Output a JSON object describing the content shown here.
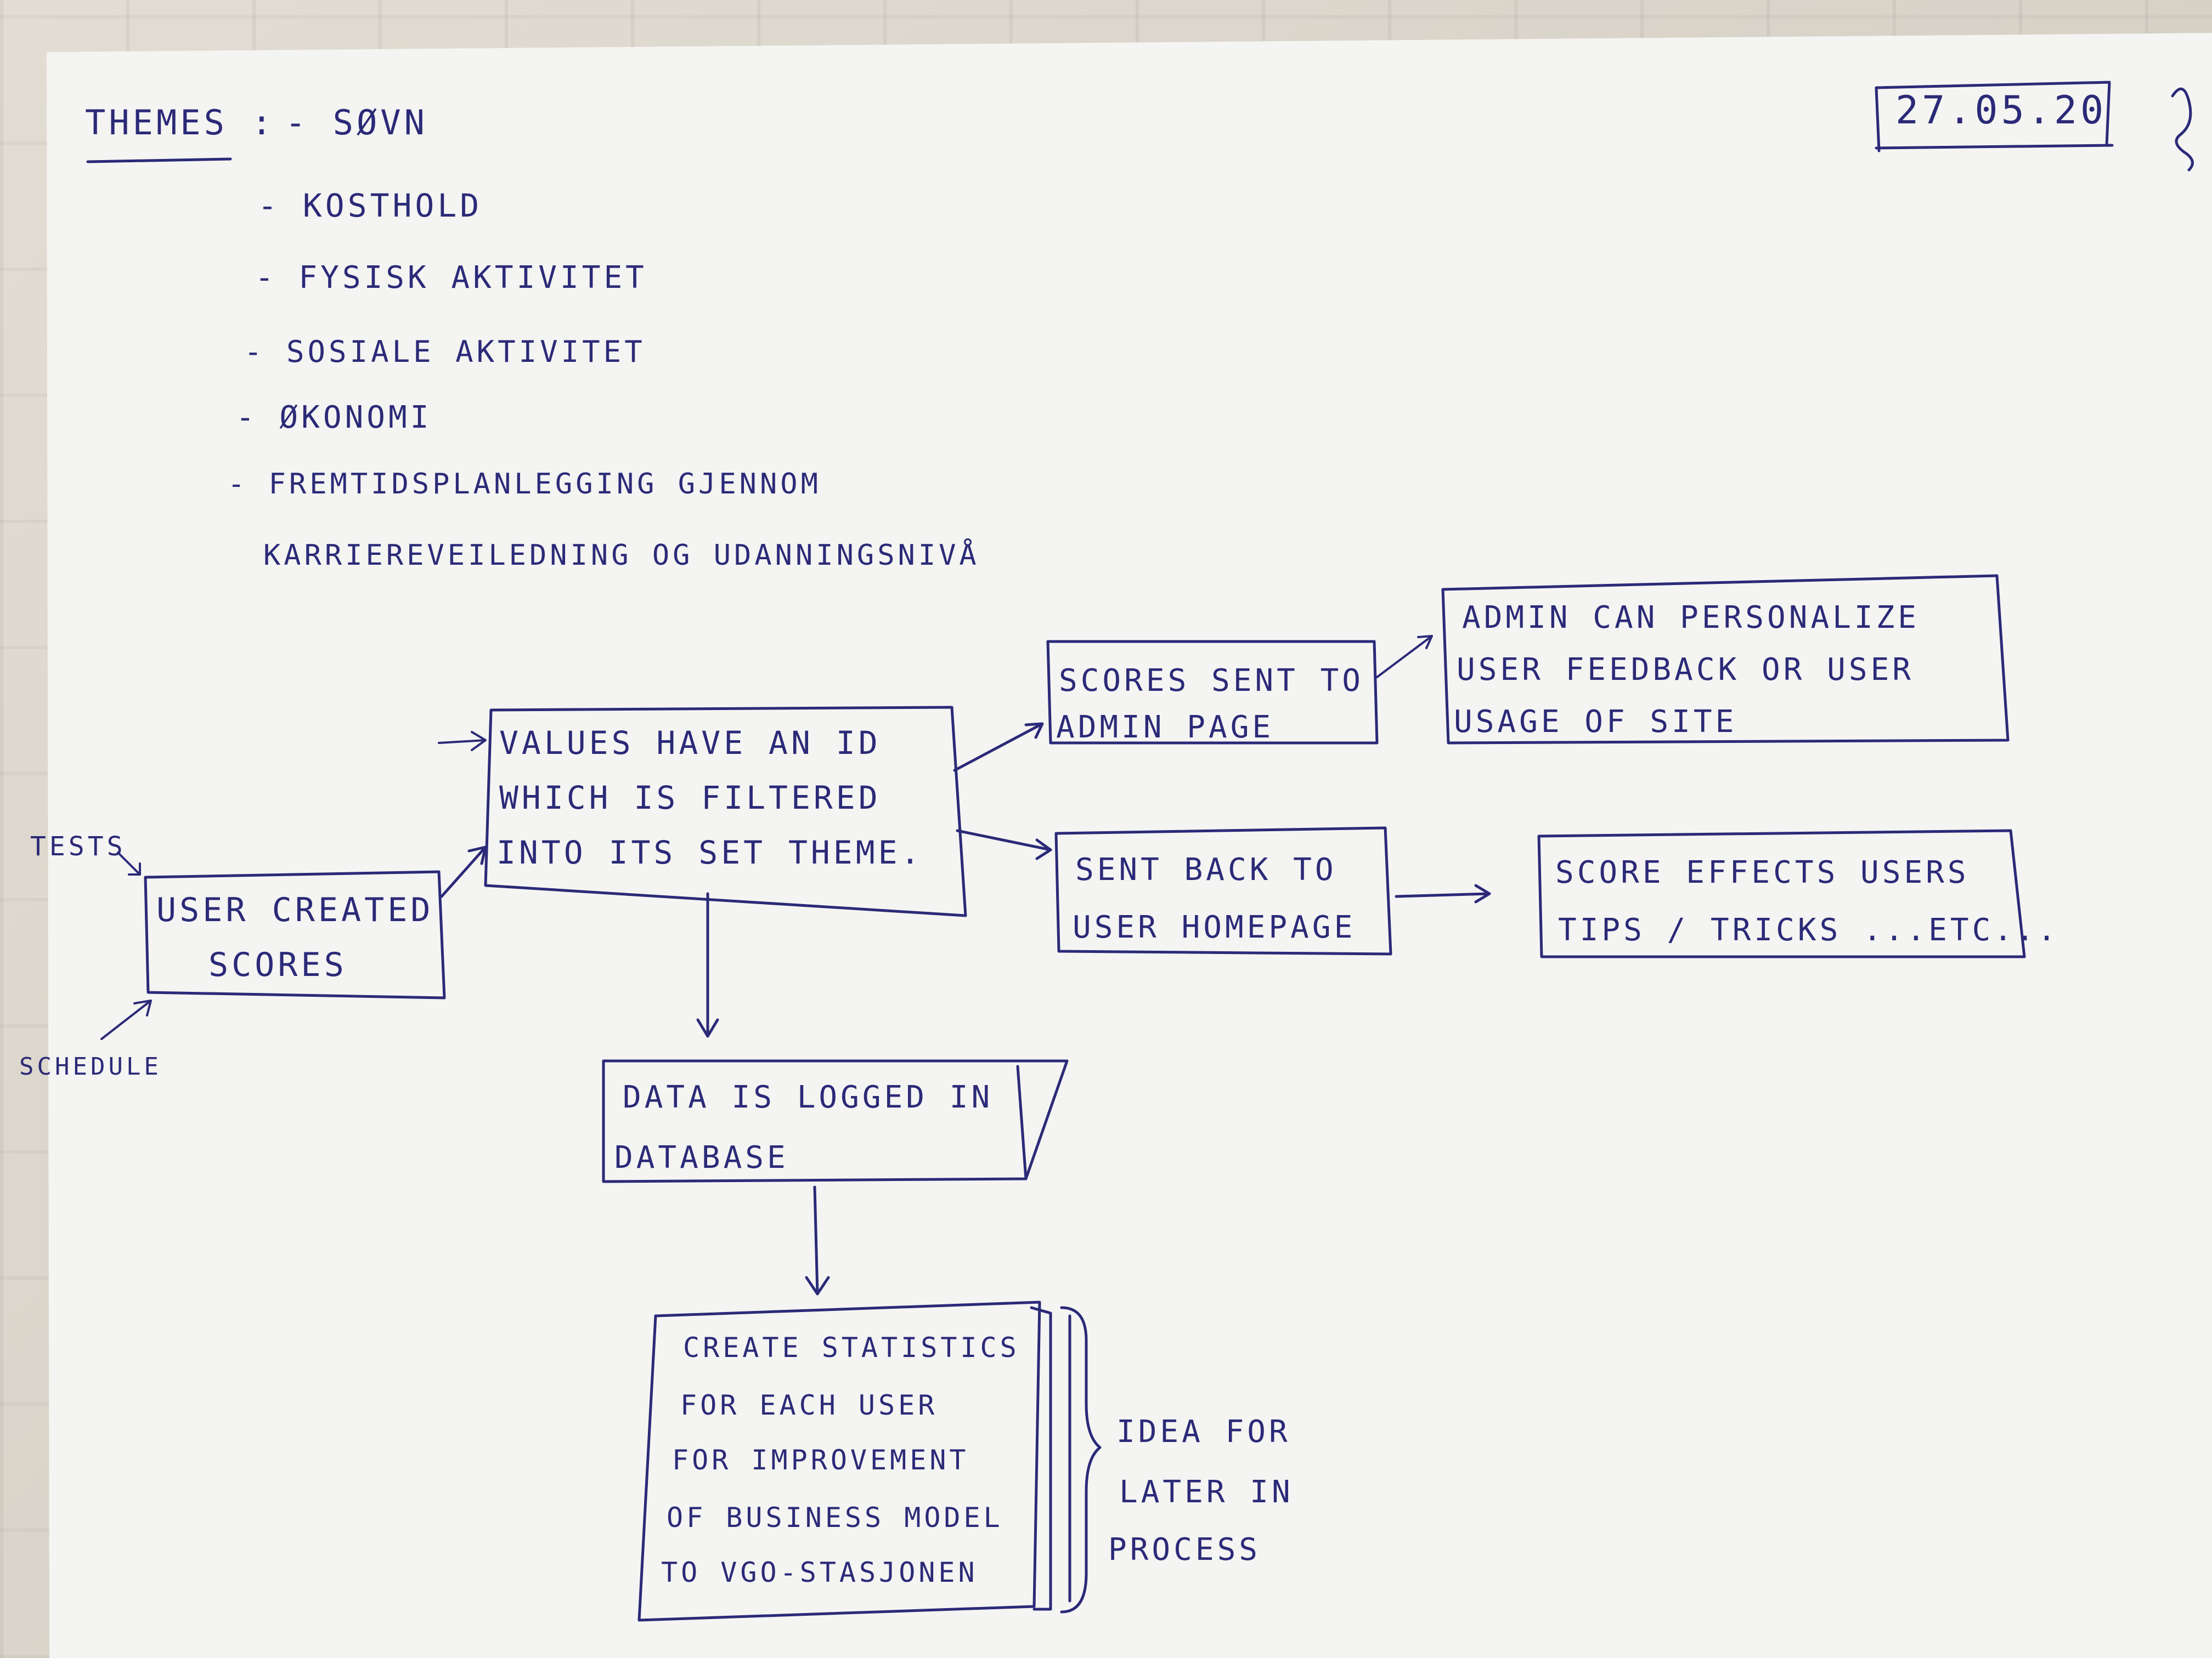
{
  "date": "27.05.20",
  "themes": {
    "label": "Themes :",
    "items": [
      "- Søvn",
      "- Kosthold",
      "- Fysisk aktivitet",
      "- Sosiale aktivitet",
      "- Økonomi",
      "- Fremtidsplanlegging gjennom",
      "karriereveiledning og udanningsnivå"
    ]
  },
  "inputs": {
    "tests": "Tests",
    "schedule": "Schedule"
  },
  "boxes": {
    "user_scores": [
      "User created",
      "scores"
    ],
    "values": [
      "Values have an ID",
      "which is filtered",
      "into its set theme."
    ],
    "scores_admin": [
      "Scores sent to",
      "admin page"
    ],
    "admin_personalize": [
      "Admin can personalize",
      "user feedback or user",
      "usage of site"
    ],
    "sent_back": [
      "Sent back to",
      "user homepage"
    ],
    "score_effects": [
      "Score effects users",
      "tips / tricks ...etc..."
    ],
    "database": [
      "Data is logged in",
      "database"
    ],
    "statistics": [
      "Create statistics",
      "for each user",
      "for improvement",
      "of business model",
      "to VGO-stasjonen"
    ]
  },
  "side_note": [
    "Idea for",
    "later in",
    "process"
  ]
}
